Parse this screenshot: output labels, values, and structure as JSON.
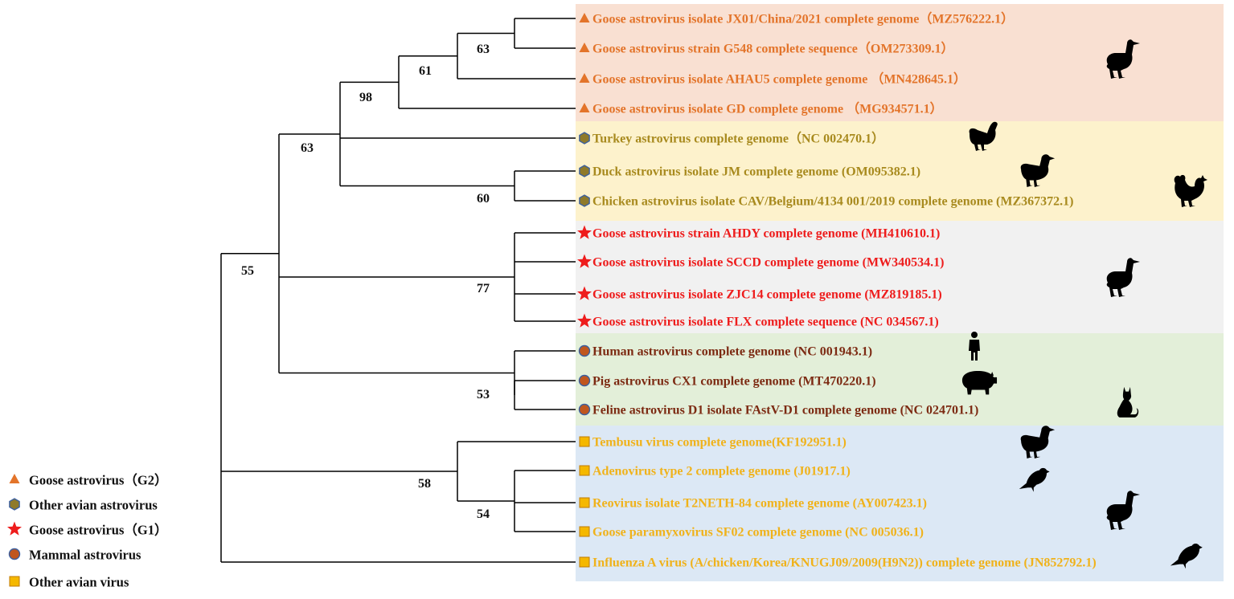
{
  "colors": {
    "goose_g2": "#e3742a",
    "other_avian_astro": "#a88a1e",
    "goose_g1": "#ee1c1c",
    "mammal": "#7c2a12",
    "other_avian_virus": "#f0b21a",
    "band_g2": "#f9e0d2",
    "band_other_avian": "#fdf2cc",
    "band_g1": "#f1f1f1",
    "band_mammal": "#e3efd9",
    "band_virus": "#dce8f5",
    "hex_fill": "#8f7a2a",
    "hex_stroke": "#3a5fa0",
    "circle_fill": "#c0561e",
    "circle_stroke": "#3a5fa0",
    "square_fill": "#f5b800",
    "square_stroke": "#c07a00"
  },
  "taxa": [
    {
      "label": "Goose astrovirus isolate JX01/China/2021 complete genome（MZ576222.1）",
      "group": "g2",
      "marker": "triangle"
    },
    {
      "label": "Goose astrovirus strain G548 complete sequence（OM273309.1）",
      "group": "g2",
      "marker": "triangle"
    },
    {
      "label": "Goose astrovirus isolate AHAU5 complete genome （MN428645.1）",
      "group": "g2",
      "marker": "triangle"
    },
    {
      "label": "Goose astrovirus isolate GD complete genome （MG934571.1）",
      "group": "g2",
      "marker": "triangle"
    },
    {
      "label": "Turkey astrovirus complete genome（NC 002470.1）",
      "group": "avian",
      "marker": "hexagon"
    },
    {
      "label": "Duck astrovirus isolate JM complete genome (OM095382.1)",
      "group": "avian",
      "marker": "hexagon"
    },
    {
      "label": "Chicken astrovirus isolate CAV/Belgium/4134 001/2019 complete genome (MZ367372.1)",
      "group": "avian",
      "marker": "hexagon"
    },
    {
      "label": "Goose astrovirus strain AHDY complete genome (MH410610.1)",
      "group": "g1",
      "marker": "star"
    },
    {
      "label": "Goose astrovirus isolate SCCD complete genome (MW340534.1)",
      "group": "g1",
      "marker": "star"
    },
    {
      "label": "Goose astrovirus isolate ZJC14 complete genome (MZ819185.1)",
      "group": "g1",
      "marker": "star"
    },
    {
      "label": "Goose astrovirus isolate FLX complete sequence (NC 034567.1)",
      "group": "g1",
      "marker": "star"
    },
    {
      "label": "Human astrovirus complete genome (NC 001943.1)",
      "group": "mammal",
      "marker": "circle"
    },
    {
      "label": "Pig astrovirus CX1 complete genome (MT470220.1)",
      "group": "mammal",
      "marker": "circle"
    },
    {
      "label": "Feline astrovirus D1 isolate FAstV-D1 complete genome (NC 024701.1)",
      "group": "mammal",
      "marker": "circle"
    },
    {
      "label": "Tembusu virus complete genome(KF192951.1)",
      "group": "virus",
      "marker": "square"
    },
    {
      "label": "Adenovirus type 2 complete genome (J01917.1)",
      "group": "virus",
      "marker": "square"
    },
    {
      "label": "Reovirus isolate T2NETH-84 complete genome (AY007423.1)",
      "group": "virus",
      "marker": "square"
    },
    {
      "label": "Goose paramyxovirus SF02 complete genome (NC 005036.1)",
      "group": "virus",
      "marker": "square"
    },
    {
      "label": "Influenza A virus (A/chicken/Korea/KNUGJ09/2009(H9N2)) complete genome (JN852792.1)",
      "group": "virus",
      "marker": "square"
    }
  ],
  "bootstrap": [
    "63",
    "61",
    "98",
    "63",
    "60",
    "77",
    "55",
    "53",
    "58",
    "54"
  ],
  "legend": [
    {
      "label": "Goose astrovirus（G2）",
      "marker": "triangle"
    },
    {
      "label": "Other avian astrovirus",
      "marker": "hexagon"
    },
    {
      "label": "Goose astrovirus（G1）",
      "marker": "star"
    },
    {
      "label": "Mammal astrovirus",
      "marker": "circle"
    },
    {
      "label": "Other avian virus",
      "marker": "square"
    }
  ],
  "host_icons": [
    "goose-icon",
    "turkey-icon",
    "duck-icon",
    "chicken-icon",
    "goose-icon",
    "human-icon",
    "pig-icon",
    "cat-icon",
    "duck-icon",
    "bird-icon",
    "goose-icon",
    "bird-icon"
  ]
}
